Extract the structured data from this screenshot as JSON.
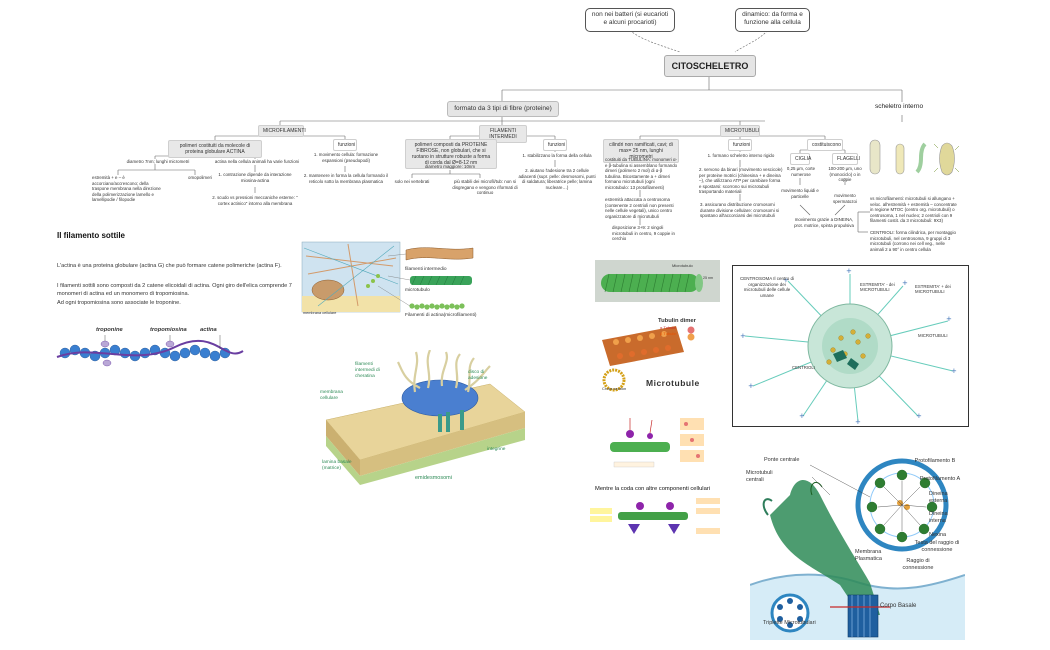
{
  "top_box_left": "non nei batteri (si eucarioti e alcuni procarioti)",
  "top_box_right": "dinamico: da forma e funzione alla cellula",
  "main_title": "CITOSCHELETRO",
  "types_box": "formato da 3 tipi di fibre (proteine)",
  "scheletro_interno": "scheletro interno",
  "col_labels": {
    "microfilamenti": "MICROFILAMENTI",
    "filamenti_intermedi": "FILAMENTI INTERMEDI",
    "microtubuli": "MICROTUBULI",
    "funzioni": "funzioni",
    "costituiscono": "costituiscono"
  },
  "mf": {
    "desc": "polimeri costituiti da molecole di proteina globulare ACTINA",
    "diametro": "diametro 7nm; lunghi micrometri",
    "actina_animali": "actina nella cellula animali ha varie funzioni",
    "estremita": "estremità + e – è accorciano/accrescono; della traspone membrana nella direzione della polimerizzazione lamello e lamellipodie / filopodie",
    "omopolimeri": "omopolimeri",
    "contrazione": "1. contrazione dipende da interazione miosina-actina",
    "scudo": "2. scudo vs pressioni meccaniche esterne: \" cortex actinico\" intorno alla membrana",
    "funz1": "1. movimento cellula: formazione espansioni (pseudopodi)",
    "funz2": "2. mantenere in forma la cellula formando il reticolo sotto la membrana plasmatica"
  },
  "fi": {
    "desc": "polimeri composti da PROTEINE FIBROSE, non globulari, che si ruotano in strutture robuste a forma di corda dal Ø=8-12 nm",
    "diametro": "diametro maggiore: 10nm",
    "vertebrati": "solo nei vertebrati",
    "stabili": "più stabili dei microfil/tub: non si disgregano e vengono riformati di continuo",
    "funz1": "1. stabilizzano la forma della cellula",
    "funz2": "2. aiutano l'adesione tra 2 cellule adiacenti (supr. pelle: desmosomi, punti di saldatura; liberatrice pelle; lamina nucleare…)"
  },
  "mt": {
    "desc": "cilindri non ramificati, cavi; di max= 25 nm, lunghi micrometri",
    "tubulina": "costituiti da TUBULINA: monomeri α- e β-tubulina si assemblano formando dimeri (polimero 2 mol) di α-β tubulina. Bicostamente a + dimeri formano microtubuli (ogni microtubulo: 13 protofilamenti)",
    "estremita": "estremità attaccata a centrosoma (contenente 2 centrioli non presenti nelle cellule vegetali), unico centro organizzatore di microtubuli",
    "disposizione": "disposizione 3+9: 2 singoli microtubuli in centro, 9 coppie in cerchio",
    "funz1": "1. formano scheletro interno rigido",
    "funz2": "2. servono da binari (movimento vescicole) per proteine motrici (chinesina + e dineina –), che utilizzano ATP per cambiare forma e spostarsi: scorrono sui microtubuli trasportando materiali",
    "funz3": "3. assicurano distribuzione cromosomi durante divisione cellulare: cromosomi si spostano all'accorciarsi dei microtubuli",
    "ciglia": "CIGLIA",
    "flagelli": "FLAGELLI",
    "ciglia_desc": "0,25 µm, corte numerose",
    "flagelli_desc": "100-200 µm, uno (monociclo) o in coppie",
    "ciglia_mov": "movimento liquidi e particelle",
    "flagelli_mov": "movimento spermatozoi",
    "ciclo": "movimento grazie a DINEINA, prot. motrice, spinta propulsiva",
    "scheletro_1": "vs microfilamenti: microtubuli si allungano + veloc. all'estremità + estremità – concentrate in regione MTOC (centro org. microtubuli) o centrosoma, 1 nel nucleo; 2 centrioli con 9 filamenti costit. da 3 microtubuli: 9X3)",
    "scheletro_2": "CENTRIOLI: forma cilindrica, per montaggio microtubuli, nel centrosoma, 9 gruppi di 3 microtubuli (corrono nei cell veg., nelle animali 2 a 90° in centro cellula"
  },
  "filamento_sottile": {
    "title": "Il filamento sottile",
    "p1": "L'actina è una proteina globulare (actina G) che può formare catene polimeriche (actina F).",
    "p2": "I filamenti sottili sono composti da 2 catene elicoidali di actina. Ogni giro dell'elica comprende 7 monomeri di actina ed un monomero di tropomiosina.",
    "p3": "Ad ogni tropomiosina sono associate le troponine.",
    "labels": [
      "troponine",
      "tropomiosina",
      "actina"
    ]
  },
  "fig_fibers": {
    "l1": "filamenti intermedio",
    "l2": "microtubulo",
    "l3": "Filamenti di actina(microfilamenti)",
    "l4": "membrana cellulare"
  },
  "fig_desmo": {
    "l1": "filamenti intermedi di cheratina",
    "l2": "disco di adesione",
    "l3": "membrana cellulare",
    "l4": "integrine",
    "l5": "lamina basale (matrice)",
    "l6": "emidesmosomi"
  },
  "fig_tube": {
    "l1": "Microtubulo",
    "l2": "25 nm"
  },
  "fig_mt_dimer": {
    "l1": "Tubulin dimer",
    "l2": "α Tubulin",
    "l3": "β Tubulin",
    "l4": "Microtubule",
    "l5": "Cross section"
  },
  "fig_motor": {
    "caption": "Mentre la coda con altre componenti cellulari"
  },
  "fig_centrosome": {
    "l1": "CENTROSOMA Il centro di organizzazione dei microtubuli delle cellule umane",
    "l2": "ESTREMITA' - dei MICROTUBULI",
    "l3": "ESTREMITA' + dei MICROTUBULI",
    "l4": "MICROTUBULI",
    "l5": "CENTRIOLI"
  },
  "fig_cilium": {
    "l1": "Ponte centrale",
    "l2": "Protofilamento B",
    "l3": "Microtubuli centrali",
    "l4": "Protofilamento A",
    "l5": "Dineina esterna",
    "l6": "Dineina interna",
    "l7": "Nexina",
    "l8": "Testa del raggio di connessione",
    "l9": "Raggio di connessione",
    "l10": "Membrana Plasmatica",
    "l11": "Corpo Basale",
    "l12": "Triplette Microtubulari"
  },
  "colors": {
    "green": "#2e8b57",
    "actin": "#3a7fd0",
    "tropo": "#6a3ea1",
    "tan": "#e8d49a",
    "blue_disc": "#4a7fd0"
  }
}
